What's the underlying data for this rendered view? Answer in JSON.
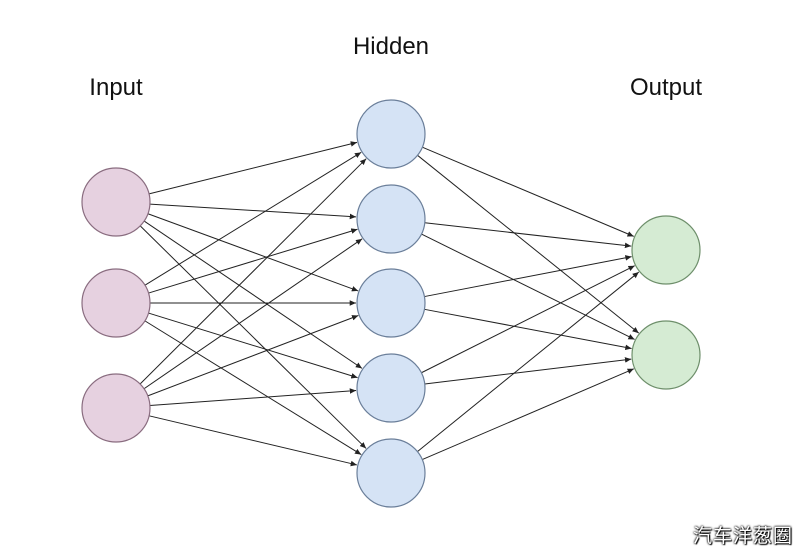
{
  "labels": {
    "input": "Input",
    "hidden": "Hidden",
    "output": "Output"
  },
  "watermark": "汽车洋葱圈",
  "layers": [
    {
      "key": "input",
      "count": 3,
      "fill": "#e6d1e0",
      "stroke": "#8a6d80"
    },
    {
      "key": "hidden",
      "count": 5,
      "fill": "#d5e3f5",
      "stroke": "#6b7f9a"
    },
    {
      "key": "output",
      "count": 2,
      "fill": "#d5ebd3",
      "stroke": "#6e8f6b"
    }
  ],
  "connections": "fully-connected",
  "colors": {
    "edge": "#222222",
    "text": "#111111"
  }
}
